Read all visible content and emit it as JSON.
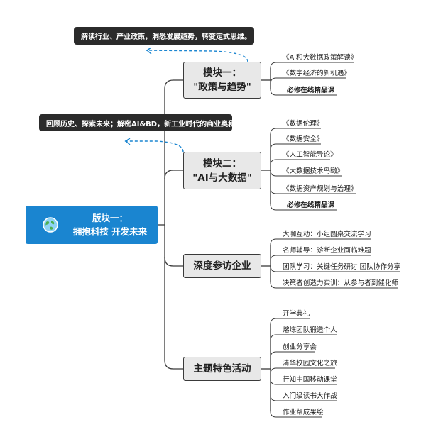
{
  "callouts": [
    "解读行业、产业政策，洞悉发展趋势，转变定式思维。",
    "回顾历史、探索未来；解密AI&BD，新工业时代的商业奥秘。"
  ],
  "root": {
    "line1": "版块一：",
    "line2": "拥抱科技  开发未来",
    "icon": "globe-icon"
  },
  "branches": [
    {
      "line1": "模块一：",
      "line2": "\"政策与趋势\"",
      "children": [
        {
          "text": "《AI和大数据政策解读》",
          "bold": false
        },
        {
          "text": "《数字经济的新机遇》",
          "bold": false
        },
        {
          "text": "必修在线精品课",
          "bold": true
        }
      ]
    },
    {
      "line1": "模块二：",
      "line2": "\"AI与大数据\"",
      "children": [
        {
          "text": "《数据伦理》",
          "bold": false
        },
        {
          "text": "《数据安全》",
          "bold": false
        },
        {
          "text": "《人工智能导论》",
          "bold": false
        },
        {
          "text": "《大数据技术鸟瞰》",
          "bold": false
        },
        {
          "text": "《数据资产规划与治理》",
          "bold": false
        },
        {
          "text": "必修在线精品课",
          "bold": true
        }
      ]
    },
    {
      "line1": "深度参访企业",
      "line2": "",
      "children": [
        {
          "text": "大咖互动：小组圆桌交流学习",
          "bold": false
        },
        {
          "text": "名师辅导：诊断企业面临难题",
          "bold": false
        },
        {
          "text": "团队学习：关键任务研讨  团队协作分享",
          "bold": false
        },
        {
          "text": "决策者创造力实训：从参与者到催化师",
          "bold": false
        }
      ]
    },
    {
      "line1": "主题特色活动",
      "line2": "",
      "children": [
        {
          "text": "开学典礼",
          "bold": false
        },
        {
          "text": "熔炼团队锻造个人",
          "bold": false
        },
        {
          "text": "创业分享会",
          "bold": false
        },
        {
          "text": "清华校园文化之旅",
          "bold": false
        },
        {
          "text": "行知中国移动课堂",
          "bold": false
        },
        {
          "text": "入门级读书大作战",
          "bold": false
        },
        {
          "text": "作业帮成果绘",
          "bold": false
        }
      ]
    }
  ]
}
